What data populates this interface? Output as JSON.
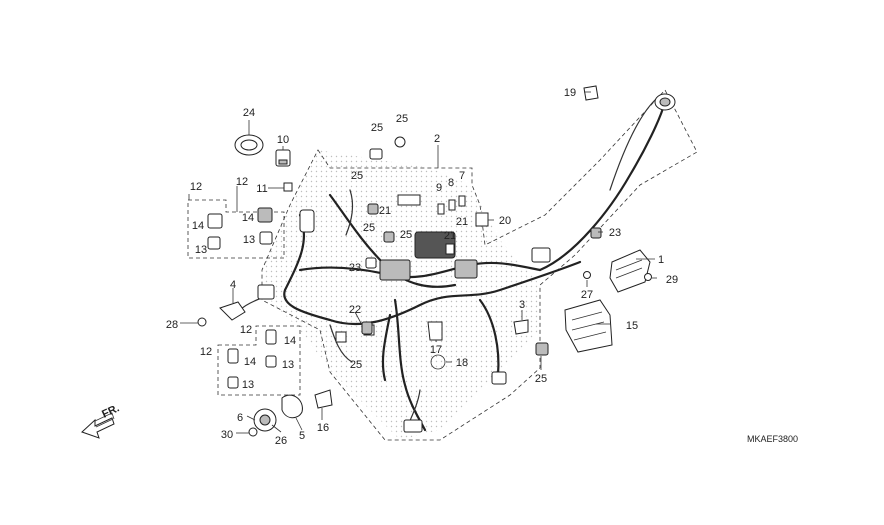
{
  "diagram_code": "MKAEF3800",
  "direction_label": "FR.",
  "callouts": [
    {
      "id": "c1",
      "text": "1"
    },
    {
      "id": "c2",
      "text": "2"
    },
    {
      "id": "c3",
      "text": "3"
    },
    {
      "id": "c4",
      "text": "4"
    },
    {
      "id": "c5",
      "text": "5"
    },
    {
      "id": "c6",
      "text": "6"
    },
    {
      "id": "c7",
      "text": "7"
    },
    {
      "id": "c8",
      "text": "8"
    },
    {
      "id": "c9",
      "text": "9"
    },
    {
      "id": "c10",
      "text": "10"
    },
    {
      "id": "c11",
      "text": "11"
    },
    {
      "id": "c12a",
      "text": "12"
    },
    {
      "id": "c12b",
      "text": "12"
    },
    {
      "id": "c12c",
      "text": "12"
    },
    {
      "id": "c12d",
      "text": "12"
    },
    {
      "id": "c13a",
      "text": "13"
    },
    {
      "id": "c13b",
      "text": "13"
    },
    {
      "id": "c13c",
      "text": "13"
    },
    {
      "id": "c13d",
      "text": "13"
    },
    {
      "id": "c14a",
      "text": "14"
    },
    {
      "id": "c14b",
      "text": "14"
    },
    {
      "id": "c14c",
      "text": "14"
    },
    {
      "id": "c14d",
      "text": "14"
    },
    {
      "id": "c15",
      "text": "15"
    },
    {
      "id": "c16",
      "text": "16"
    },
    {
      "id": "c17",
      "text": "17"
    },
    {
      "id": "c18",
      "text": "18"
    },
    {
      "id": "c19",
      "text": "19"
    },
    {
      "id": "c20",
      "text": "20"
    },
    {
      "id": "c21a",
      "text": "21"
    },
    {
      "id": "c21b",
      "text": "21"
    },
    {
      "id": "c21c",
      "text": "21"
    },
    {
      "id": "c22",
      "text": "22"
    },
    {
      "id": "c23a",
      "text": "23"
    },
    {
      "id": "c23b",
      "text": "23"
    },
    {
      "id": "c24",
      "text": "24"
    },
    {
      "id": "c25a",
      "text": "25"
    },
    {
      "id": "c25b",
      "text": "25"
    },
    {
      "id": "c25c",
      "text": "25"
    },
    {
      "id": "c25d",
      "text": "25"
    },
    {
      "id": "c25e",
      "text": "25"
    },
    {
      "id": "c25f",
      "text": "25"
    },
    {
      "id": "c25g",
      "text": "25"
    },
    {
      "id": "c26",
      "text": "26"
    },
    {
      "id": "c27",
      "text": "27"
    },
    {
      "id": "c28",
      "text": "28"
    },
    {
      "id": "c29",
      "text": "29"
    },
    {
      "id": "c30",
      "text": "30"
    }
  ]
}
